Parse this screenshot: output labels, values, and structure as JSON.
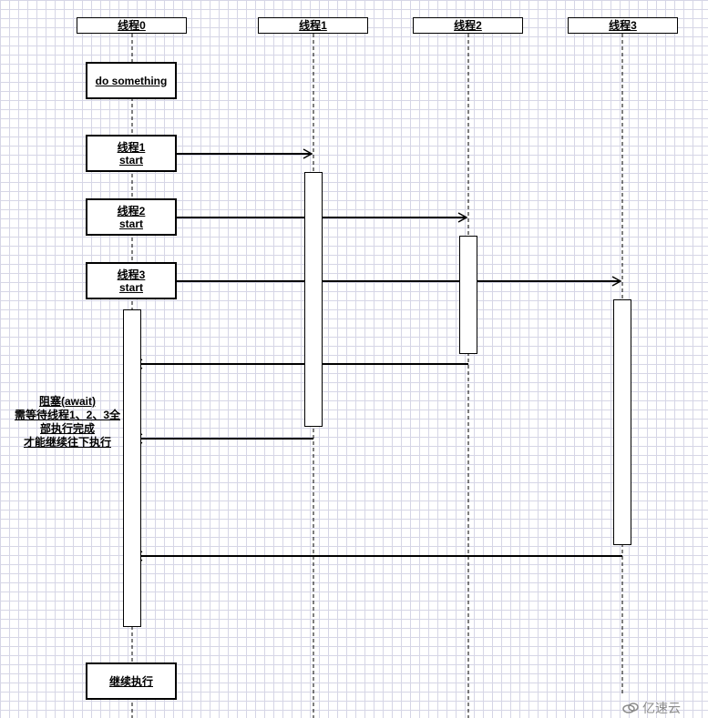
{
  "lifelines": [
    {
      "label": "线程0"
    },
    {
      "label": "线程1"
    },
    {
      "label": "线程2"
    },
    {
      "label": "线程3"
    }
  ],
  "boxes": {
    "do_something": "do something",
    "start_t1": {
      "line1": "线程1",
      "line2": "start"
    },
    "start_t2": {
      "line1": "线程2",
      "line2": "start"
    },
    "start_t3": {
      "line1": "线程3",
      "line2": "start"
    },
    "continue": "继续执行"
  },
  "note": {
    "line1": "阻塞(await)",
    "line2": "需等待线程1、2、3全",
    "line3": "部执行完成",
    "line4": "才能继续往下执行"
  },
  "watermark": "亿速云",
  "colors": {
    "grid": "#d6d6e6",
    "stroke": "#000000",
    "watermark": "#8a8a8a"
  }
}
